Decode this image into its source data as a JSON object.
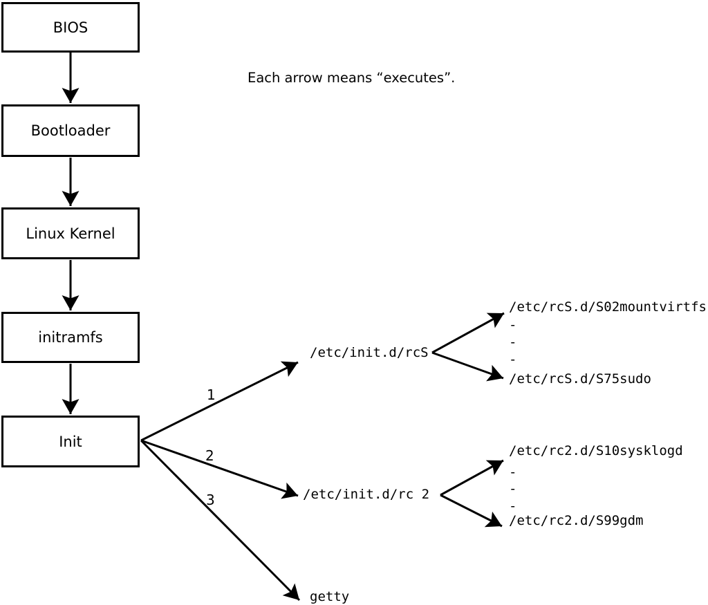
{
  "caption": "Each arrow means “executes”.",
  "chain": [
    {
      "label": "BIOS"
    },
    {
      "label": "Bootloader"
    },
    {
      "label": "Linux Kernel"
    },
    {
      "label": "initramfs"
    },
    {
      "label": "Init"
    }
  ],
  "edge_labels": {
    "one": "1",
    "two": "2",
    "three": "3"
  },
  "targets": {
    "rcs": {
      "label": "/etc/init.d/rcS",
      "children": [
        "/etc/rcS.d/S02mountvirtfs",
        "-",
        "-",
        "-",
        "/etc/rcS.d/S75sudo"
      ]
    },
    "rc2": {
      "label": "/etc/init.d/rc 2",
      "children": [
        "/etc/rc2.d/S10sysklogd",
        "-",
        "-",
        "-",
        "/etc/rc2.d/S99gdm"
      ]
    },
    "getty": {
      "label": "getty"
    }
  },
  "colors": {
    "line": "#000000",
    "background": "#ffffff"
  }
}
